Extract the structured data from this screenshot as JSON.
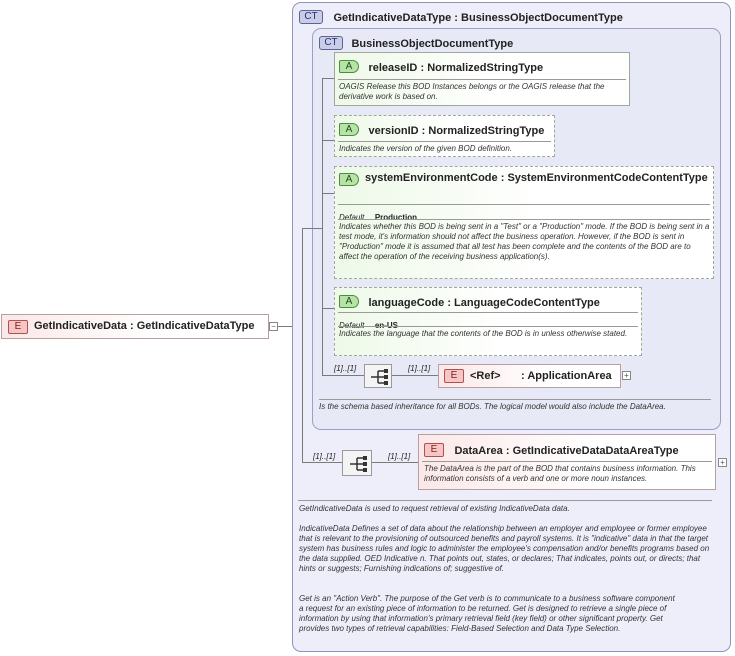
{
  "root_element": {
    "tag": "E",
    "name": "GetIndicativeData",
    "type": "GetIndicativeDataType"
  },
  "complex_type": {
    "tag": "CT",
    "name": "GetIndicativeDataType",
    "type": "BusinessObjectDocumentType",
    "documentation": [
      "GetIndicativeData is used to request retrieval of existing IndicativeData data.",
      "IndicativeData  Defines a set of data about the relationship between an employer and employee or former employee that is relevant to the provisioning of outsourced benefits and payroll systems. It is \"indicative\" data in that the target system has business rules and logic to administer the employee's compensation and/or benefits programs based on the data supplied. OED Indicative n. That points out, states, or declares; That indicates, points out, or directs; that hints or suggests; Furnishing indications of; suggestive of.",
      "Get is an \"Action Verb\". The purpose of the Get verb is to communicate to a business software component a request for an existing piece of information to be returned. Get is designed to retrieve a single piece of information by using that information's primary retrieval field (key field) or other significant property. Get provides two types of retrieval capabilities: Field-Based Selection and Data Type Selection."
    ]
  },
  "base_type": {
    "tag": "CT",
    "name": "BusinessObjectDocumentType",
    "documentation": "Is the schema based inheritance for all BODs. The logical model would also include the DataArea."
  },
  "attributes": [
    {
      "tag": "A",
      "name": "releaseID",
      "type": "NormalizedStringType",
      "documentation": "OAGIS Release this BOD Instances belongs or the OAGIS release that the derivative work is based on."
    },
    {
      "tag": "A",
      "name": "versionID",
      "type": "NormalizedStringType",
      "documentation": "Indicates the version of the given BOD definition."
    },
    {
      "tag": "A",
      "name": "systemEnvironmentCode",
      "type": "SystemEnvironmentCodeContentType",
      "default_label": "Default",
      "default_value": "Production",
      "documentation": "Indicates whether this BOD is being sent in a \"Test\" or a \"Production\" mode. If the BOD is being sent in a test mode, it's information should not affect the business operation. However, if the BOD is sent in \"Production\" mode it is assumed that all test has been complete and the contents of the BOD are to affect the operation of the receiving business application(s)."
    },
    {
      "tag": "A",
      "name": "languageCode",
      "type": "LanguageCodeContentType",
      "default_label": "Default",
      "default_value": "en-US",
      "documentation": "Indicates the language that the contents of the BOD is in unless otherwise stated."
    }
  ],
  "application_area": {
    "tag": "E",
    "ref_label": "<Ref>",
    "name": "ApplicationArea",
    "card_in": "[1]..[1]",
    "card_out": "[1]..[1]"
  },
  "data_area": {
    "tag": "E",
    "name": "DataArea",
    "type": "GetIndicativeDataDataAreaType",
    "card_in": "[1]..[1]",
    "card_out": "[1]..[1]",
    "documentation": "The DataArea is the part of the BOD that contains business information. This information consists of a verb and one or more noun instances."
  },
  "symbols": {
    "colon": ":",
    "expand": "+",
    "collapse": "−"
  },
  "colors": {
    "complex_type_bg": "#eeeefa",
    "attribute_accent": "#b7e3a8",
    "element_accent": "#f6c6c6"
  }
}
